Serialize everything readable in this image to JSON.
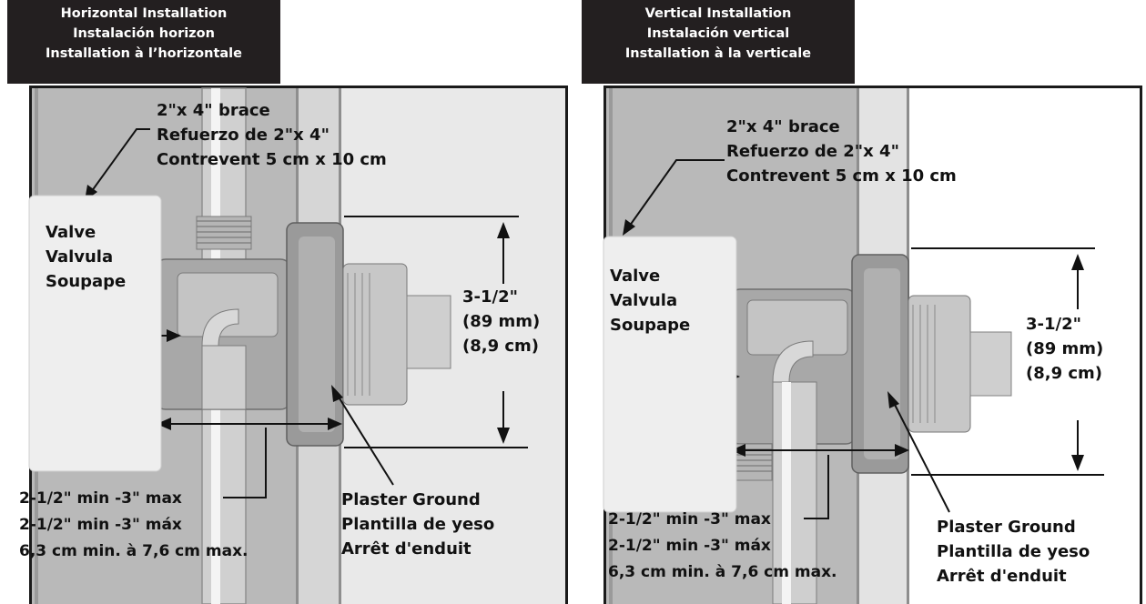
{
  "panels": [
    {
      "id": "horizontal",
      "title": [
        "Horizontal Installation",
        "Instalación horizon",
        "Installation à l’horizontale"
      ],
      "brace": [
        "2\"x 4\" brace",
        "Refuerzo de 2\"x 4\"",
        "Contrevent 5 cm x 10 cm"
      ],
      "valve": [
        "Valve",
        "Valvula",
        "Soupape"
      ],
      "dimension": [
        "3-1/2\"",
        "(89 mm)",
        "(8,9 cm)"
      ],
      "range": [
        "2-1/2\" min -3\" max",
        "2-1/2\" min -3\" máx",
        "6,3 cm min. à 7,6 cm max."
      ],
      "plaster": [
        "Plaster Ground",
        "Plantilla de yeso",
        "Arrêt d'enduit"
      ]
    },
    {
      "id": "vertical",
      "title": [
        "Vertical Installation",
        "Instalación vertical",
        "Installation à la verticale"
      ],
      "brace": [
        "2\"x 4\" brace",
        "Refuerzo de 2\"x 4\"",
        "Contrevent 5 cm x 10 cm"
      ],
      "valve": [
        "Valve",
        "Valvula",
        "Soupape"
      ],
      "dimension": [
        "3-1/2\"",
        "(89 mm)",
        "(8,9 cm)"
      ],
      "range": [
        "2-1/2\" min -3\" max",
        "2-1/2\" min -3\" máx",
        "6,3 cm min. à 7,6 cm max."
      ],
      "plaster": [
        "Plaster Ground",
        "Plantilla de yeso",
        "Arrêt d'enduit"
      ]
    }
  ],
  "colors": {
    "title_bg": "#231f20",
    "wall": "#d3d3d3",
    "brace": "#bdbdbd",
    "drywall": "#e6e6e6",
    "valve_label_box": "#eeeeee",
    "valve_metal": "#a9a9a9",
    "line": "#111111"
  }
}
